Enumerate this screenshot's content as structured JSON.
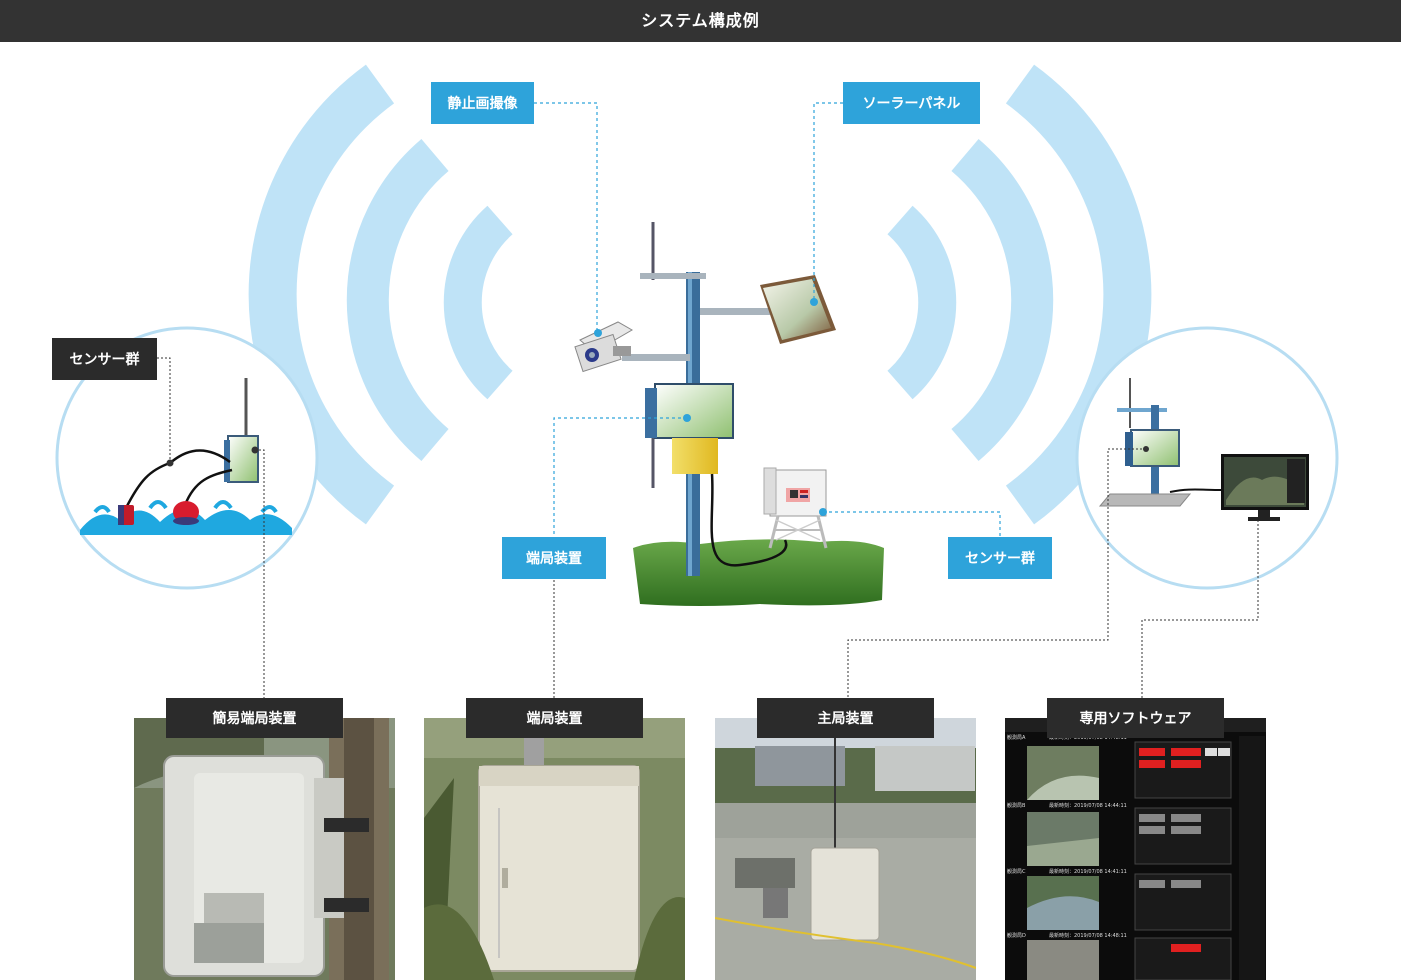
{
  "header": {
    "title": "システム構成例"
  },
  "callouts": {
    "camera": "静止画撮像",
    "solar": "ソーラーパネル",
    "sensor_left": "センサー群",
    "terminal_center": "端局装置",
    "sensor_right": "センサー群"
  },
  "photos": [
    {
      "label": "簡易端局装置"
    },
    {
      "label": "端局装置"
    },
    {
      "label": "主局装置"
    },
    {
      "label": "専用ソフトウェア"
    }
  ],
  "software_screen": {
    "rows": [
      {
        "name": "観測局A",
        "time": "最新時刻：2019/07/08 14:48:11"
      },
      {
        "name": "観測局B",
        "time": "最新時刻：2019/07/08 14:44:11"
      },
      {
        "name": "観測局C",
        "time": "最新時刻：2019/07/08 14:41:11"
      },
      {
        "name": "観測局D",
        "time": "最新時刻：2019/07/08 14:48:11"
      }
    ]
  },
  "colors": {
    "accent": "#2ea3da",
    "dark": "#2b2b2b",
    "wave": "#bfe3f7",
    "circle": "#b7ddf2"
  }
}
